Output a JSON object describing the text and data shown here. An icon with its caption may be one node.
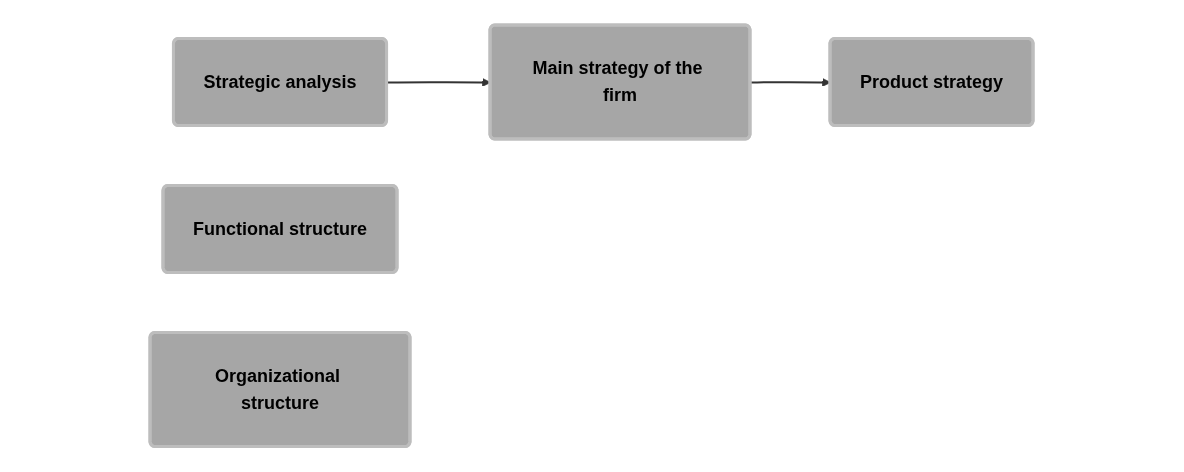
{
  "diagram": {
    "nodes": [
      {
        "text": [
          "Strategic analysis"
        ]
      },
      {
        "text": [
          "Main strategy of the firm"
        ]
      },
      {
        "text": [
          "Product strategy"
        ]
      },
      {
        "text": [
          "Functional structure"
        ]
      },
      {
        "text": [
          "Organizational structure"
        ]
      }
    ],
    "edges": [
      {
        "from": 0,
        "to": 1,
        "arrow": "to"
      },
      {
        "from": 1,
        "to": 2,
        "arrow": "to"
      }
    ]
  }
}
